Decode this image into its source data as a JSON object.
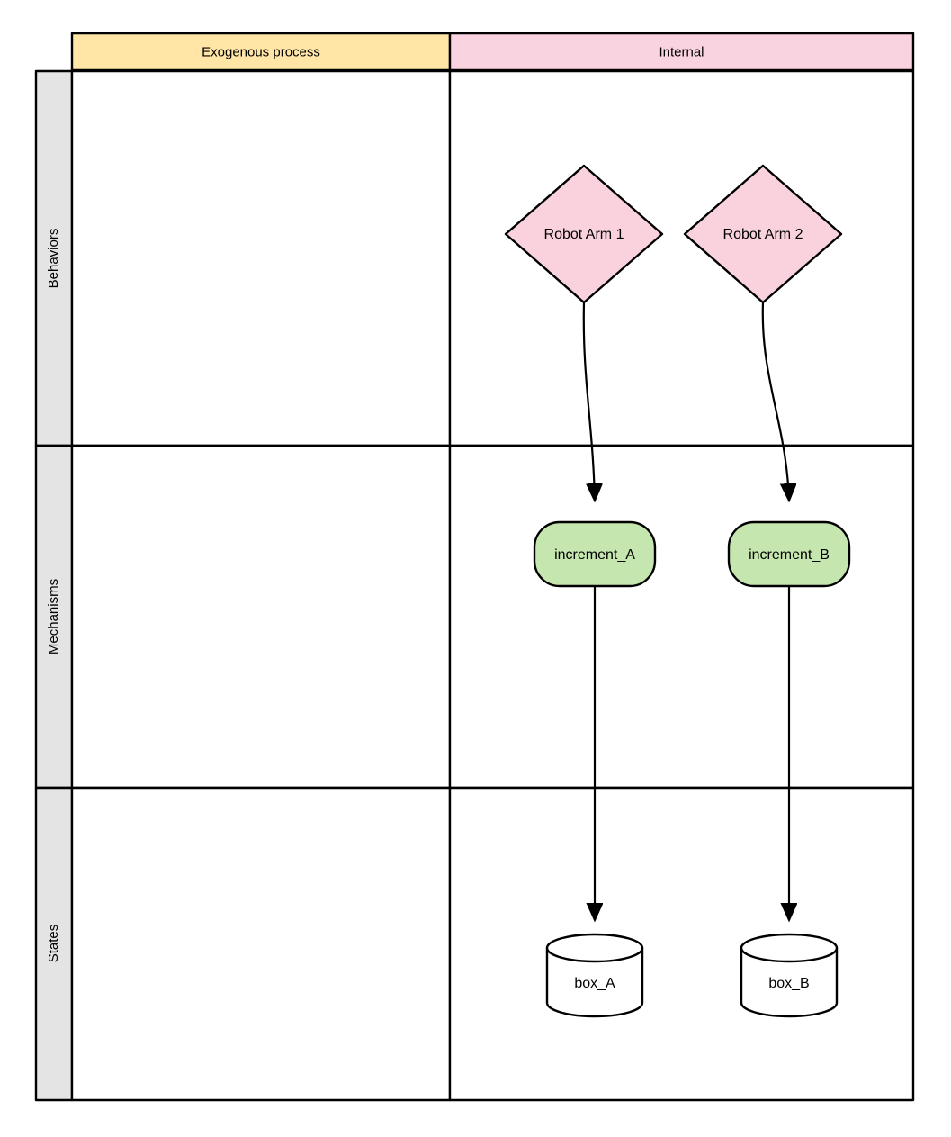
{
  "diagram": {
    "title": "Exogenous process / Internal swimlane diagram",
    "colors": {
      "lane_exogenous_fill": "#ffe6a6",
      "lane_internal_fill": "#fad3e0",
      "row_header_fill": "#e4e4e4",
      "behavior_node_fill": "#f9d2de",
      "mechanism_node_fill": "#c6e6af",
      "state_node_fill": "#ffffff",
      "stroke": "#000000"
    },
    "columns": [
      {
        "id": "exogenous",
        "label": "Exogenous process"
      },
      {
        "id": "internal",
        "label": "Internal"
      }
    ],
    "rows": [
      {
        "id": "behaviors",
        "label": "Behaviors"
      },
      {
        "id": "mechanisms",
        "label": "Mechanisms"
      },
      {
        "id": "states",
        "label": "States"
      }
    ],
    "nodes": [
      {
        "id": "robot_arm_1",
        "label": "Robot Arm 1",
        "shape": "diamond",
        "row": "behaviors",
        "column": "internal"
      },
      {
        "id": "robot_arm_2",
        "label": "Robot Arm 2",
        "shape": "diamond",
        "row": "behaviors",
        "column": "internal"
      },
      {
        "id": "increment_a",
        "label": "increment_A",
        "shape": "rounded-rect",
        "row": "mechanisms",
        "column": "internal"
      },
      {
        "id": "increment_b",
        "label": "increment_B",
        "shape": "rounded-rect",
        "row": "mechanisms",
        "column": "internal"
      },
      {
        "id": "box_a",
        "label": "box_A",
        "shape": "cylinder",
        "row": "states",
        "column": "internal"
      },
      {
        "id": "box_b",
        "label": "box_B",
        "shape": "cylinder",
        "row": "states",
        "column": "internal"
      }
    ],
    "edges": [
      {
        "id": "edge_arm1_inc_a",
        "from": "robot_arm_1",
        "to": "increment_a",
        "arrow": "end"
      },
      {
        "id": "edge_arm2_inc_b",
        "from": "robot_arm_2",
        "to": "increment_b",
        "arrow": "end"
      },
      {
        "id": "edge_inc_a_box_a",
        "from": "increment_a",
        "to": "box_a",
        "arrow": "end"
      },
      {
        "id": "edge_inc_b_box_b",
        "from": "increment_b",
        "to": "box_b",
        "arrow": "end"
      }
    ]
  }
}
